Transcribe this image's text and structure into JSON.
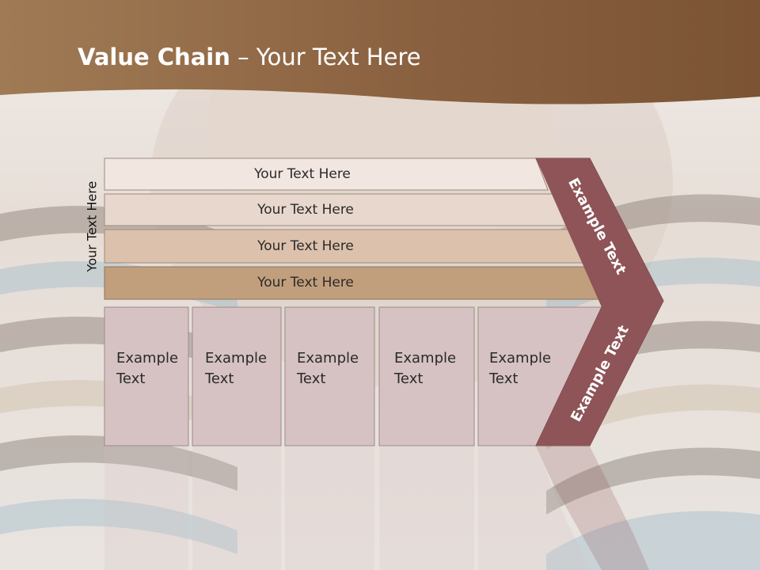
{
  "header": {
    "title_bold": "Value Chain",
    "title_rest": " – Your Text Here"
  },
  "side_label": "Your Text Here",
  "bars": [
    "Your Text Here",
    "Your Text Here",
    "Your Text Here",
    "Your Text Here"
  ],
  "cells": [
    "Example\nText",
    "Example\nText",
    "Example\nText",
    "Example\nText",
    "Example\nText"
  ],
  "chevron": {
    "top_label": "Example Text",
    "bottom_label": "Example Text"
  },
  "colors": {
    "header": "#8a5f3c",
    "chevron": "#8e5457",
    "cell": "#d6c2c3",
    "bar1": "#f2e6e1",
    "bar2": "#e8d7cc",
    "bar3": "#dcc1ac",
    "bar4": "#c29f7c"
  }
}
